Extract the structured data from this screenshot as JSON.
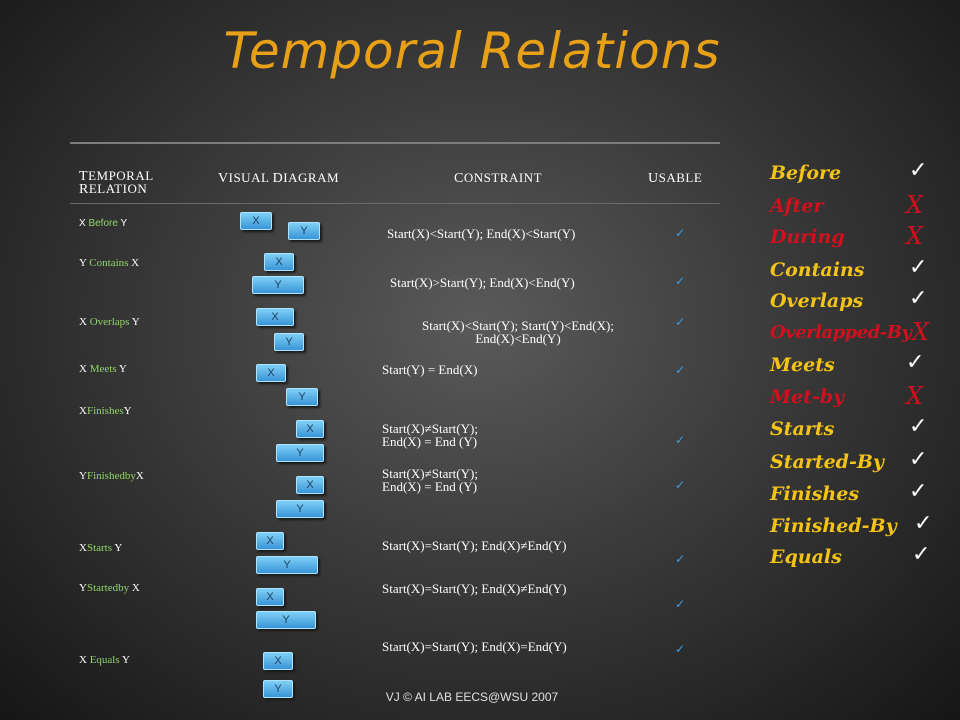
{
  "title": "Temporal Relations",
  "table": {
    "headers": [
      {
        "first": "T",
        "rest": "EMPORAL",
        "second_first": "R",
        "second_rest": "ELATION"
      },
      {
        "first": "V",
        "rest": "ISUAL ",
        "second_first": "D",
        "second_rest": "IAGRAM"
      },
      {
        "first": "C",
        "rest": "ONSTRAINT"
      },
      {
        "first": "U",
        "rest": "SABLE"
      }
    ],
    "rows": [
      {
        "pre": "X ",
        "kw": "Before",
        "post": " Y",
        "constraint": "Start(X)<Start(Y); End(X)<Start(Y)",
        "check": "✓"
      },
      {
        "pre": " Y ",
        "kw": "Contains",
        "post": " X",
        "constraint": "Start(X)>Start(Y); End(X)<End(Y)",
        "check": "✓"
      },
      {
        "pre": "X ",
        "kw": "Overlaps",
        "post": " Y",
        "constraint": "Start(X)<Start(Y); Start(Y)<End(X);",
        "constraint2": "End(X)<End(Y)",
        "check": "✓"
      },
      {
        "pre": "X ",
        "kw": "Meets",
        "post": "  Y",
        "constraint": "Start(Y) = End(X)",
        "check": "✓"
      },
      {
        "pre": "X",
        "kw": "Finishes",
        "post": "Y",
        "constraint": "Start(X)≠Start(Y);",
        "constraint2": "End(X) = End (Y)",
        "check": "✓"
      },
      {
        "pre": "Y",
        "kw": "Finishedby",
        "post": "X",
        "constraint": "Start(X)≠Start(Y);",
        "constraint2": "End(X) = End (Y)",
        "check": "✓"
      },
      {
        "pre": "X",
        "kw": "Starts",
        "post": "  Y",
        "constraint": "Start(X)=Start(Y); End(X)≠End(Y)",
        "check": "✓"
      },
      {
        "pre": "Y",
        "kw": "Startedby",
        "post": "  X",
        "constraint": "Start(X)=Start(Y); End(X)≠End(Y)",
        "check": "✓"
      },
      {
        "pre": "X ",
        "kw": "Equals",
        "post": " Y",
        "constraint": "Start(X)=Start(Y); End(X)=End(Y)",
        "check": "✓"
      }
    ],
    "box_labels": {
      "x": "X",
      "y": "Y"
    }
  },
  "legend": [
    {
      "label": "Before",
      "mark": "✓",
      "usable": true
    },
    {
      "label": "After",
      "mark": "X",
      "usable": false
    },
    {
      "label": "During",
      "mark": "X",
      "usable": false
    },
    {
      "label": "Contains",
      "mark": "✓",
      "usable": true
    },
    {
      "label": "Overlaps",
      "mark": "✓",
      "usable": true
    },
    {
      "label": "Overlapped-By",
      "mark": "X",
      "usable": false
    },
    {
      "label": "Meets",
      "mark": "✓",
      "usable": true
    },
    {
      "label": "Met-by",
      "mark": "X",
      "usable": false
    },
    {
      "label": "Starts",
      "mark": "✓",
      "usable": true
    },
    {
      "label": "Started-By",
      "mark": "✓",
      "usable": true
    },
    {
      "label": "Finishes",
      "mark": "✓",
      "usable": true
    },
    {
      "label": "Finished-By",
      "mark": "✓",
      "usable": true
    },
    {
      "label": "Equals",
      "mark": "✓",
      "usable": true
    }
  ],
  "footer": "VJ   © AI LAB EECS@WSU   2007",
  "colors": {
    "title": "#e8a017",
    "keyword": "#8fd46a",
    "usable": "#f3c417",
    "unusable": "#d0101d",
    "check": "#3b9fe0",
    "box": "#4aa6e0"
  }
}
